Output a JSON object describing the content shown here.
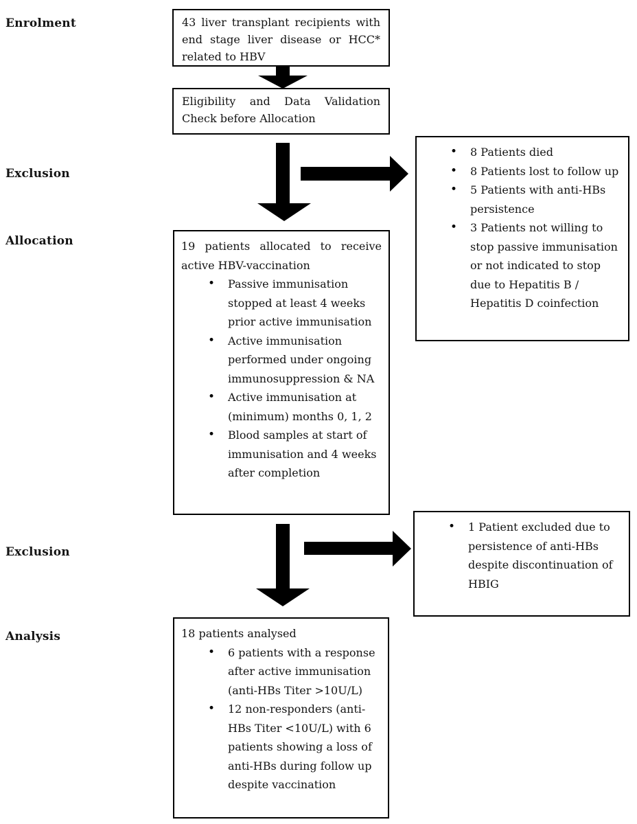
{
  "colors": {
    "background": "#ffffff",
    "border": "#000000",
    "text": "#141414",
    "arrow": "#000000"
  },
  "stage_labels": {
    "enrolment": "Enrolment",
    "exclusion1": "Exclusion",
    "allocation": "Allocation",
    "exclusion2": "Exclusion",
    "analysis": "Analysis"
  },
  "boxes": {
    "enrolment": {
      "lines": [
        "43 liver transplant recipients with",
        "end stage liver disease or HCC*",
        "related to HBV"
      ]
    },
    "eligibility": {
      "lines": [
        "Eligibility and Data Validation",
        "Check before Allocation"
      ]
    },
    "exclusion1": {
      "bullets": [
        [
          "8 Patients died"
        ],
        [
          "8 Patients lost to follow up"
        ],
        [
          "5 Patients with anti-HBs",
          "persistence"
        ],
        [
          "3 Patients not willing to",
          "stop passive immunisation",
          "or not indicated to stop",
          "due to Hepatitis B /",
          "Hepatitis D coinfection"
        ]
      ]
    },
    "allocation": {
      "intro_lines": [
        "19 patients allocated to receive",
        "active HBV-vaccination"
      ],
      "bullets": [
        [
          "Passive immunisation",
          "stopped at least 4 weeks",
          "prior active immunisation"
        ],
        [
          "Active immunisation",
          "performed under ongoing",
          "immunosuppression & NA"
        ],
        [
          "Active immunisation at",
          "(minimum) months 0, 1, 2"
        ],
        [
          "Blood samples at start of",
          "immunisation and 4 weeks",
          "after completion"
        ]
      ]
    },
    "exclusion2": {
      "bullets": [
        [
          "1 Patient excluded due to",
          "persistence of anti-HBs",
          "despite discontinuation of",
          "HBIG"
        ]
      ]
    },
    "analysis": {
      "intro_lines": [
        "18 patients analysed"
      ],
      "bullets": [
        [
          "6 patients with a response",
          "after active immunisation",
          "(anti-HBs Titer >10U/L)"
        ],
        [
          "12 non-responders (anti-",
          "HBs Titer <10U/L) with 6",
          "patients showing a loss of",
          "anti-HBs during follow up",
          "despite vaccination"
        ]
      ]
    }
  }
}
